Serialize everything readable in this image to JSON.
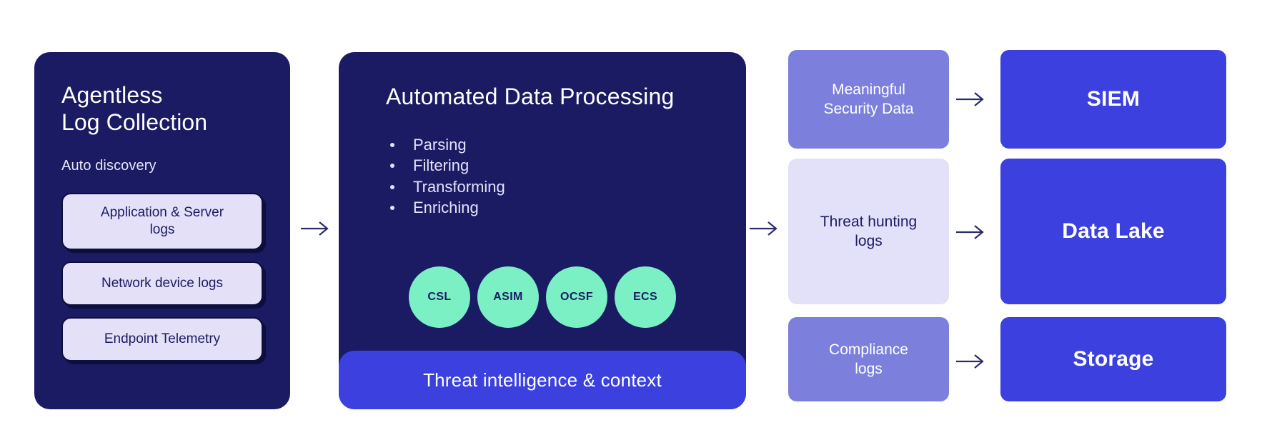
{
  "diagram": {
    "title": "Agentless log collection and automated data processing pipeline",
    "colors": {
      "deep_navy": "#1B1B63",
      "royal_blue": "#3B40DE",
      "mint": "#7AF0C4",
      "light_lavender": "#E3E0FA",
      "medium_purple": "#7C80DC",
      "pill_border": "#0E0E3C",
      "background": "#FFFFFF"
    }
  },
  "collection": {
    "title": "Agentless\nLog Collection",
    "subtitle": "Auto discovery",
    "sources": [
      {
        "label": "Application & Server\nlogs"
      },
      {
        "label": "Network device logs"
      },
      {
        "label": "Endpoint Telemetry"
      }
    ]
  },
  "processing": {
    "title": "Automated Data Processing",
    "steps": [
      {
        "label": "Parsing"
      },
      {
        "label": "Filtering"
      },
      {
        "label": "Transforming"
      },
      {
        "label": "Enriching"
      }
    ],
    "schemas": [
      {
        "label": "CSL"
      },
      {
        "label": "ASIM"
      },
      {
        "label": "OCSF"
      },
      {
        "label": "ECS"
      }
    ],
    "banner": "Threat intelligence & context"
  },
  "outputs": [
    {
      "label": "Meaningful\nSecurity Data"
    },
    {
      "label": "Threat hunting\nlogs"
    },
    {
      "label": "Compliance\nlogs"
    }
  ],
  "destinations": [
    {
      "label": "SIEM"
    },
    {
      "label": "Data Lake"
    },
    {
      "label": "Storage"
    }
  ],
  "arrows": [
    {
      "name": "arrow-collection-to-processing"
    },
    {
      "name": "arrow-processing-to-outputs"
    },
    {
      "name": "arrow-meaningful-to-siem"
    },
    {
      "name": "arrow-threat-hunting-to-data-lake"
    },
    {
      "name": "arrow-compliance-to-storage"
    }
  ]
}
